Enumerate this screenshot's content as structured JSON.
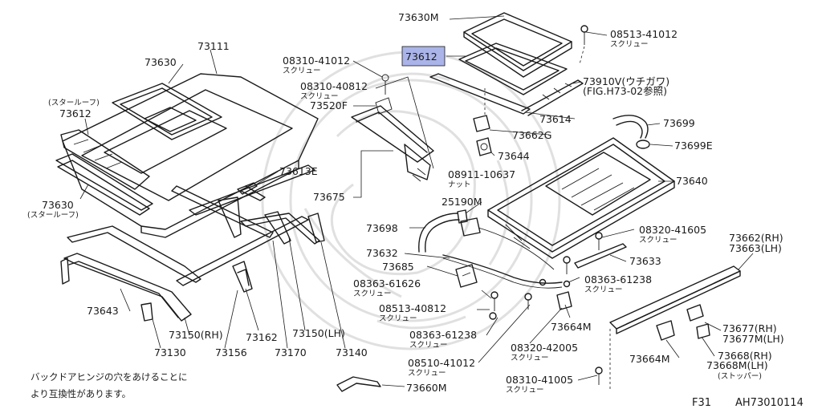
{
  "highlight_color": "#aab4e8",
  "watermark": "seal-emblem",
  "labels": {
    "l73630M": "73630M",
    "l08513_41012_a": "08513-41012",
    "l08513_41012_a_sub": "スクリュー",
    "l73612_hl": "73612",
    "l73910V": "73910V(ウチガワ)",
    "l73910V_sub": "(FIG.H73-02参照)",
    "l08310_41012": "08310-41012",
    "l08310_41012_sub": "スクリュー",
    "l08310_40812": "08310-40812",
    "l08310_40812_sub": "スクリュー",
    "l73520F": "73520F",
    "l73614": "73614",
    "l73699": "73699",
    "l73662G": "73662G",
    "l73699E": "73699E",
    "l73644": "73644",
    "l73111": "73111",
    "l73630_a": "73630",
    "l_star_roof_a": "(スタールーフ)",
    "l73612_a": "73612",
    "l73613E": "73613E",
    "l08911_10637": "08911-10637",
    "l08911_10637_sub": "ナット",
    "l73640": "73640",
    "l73675": "73675",
    "l25190M": "25190M",
    "l73630_b": "73630",
    "l_star_roof_b": "(スタールーフ)",
    "l73698": "73698",
    "l08320_41605": "08320-41605",
    "l08320_41605_sub": "スクリュー",
    "l73662RH": "73662(RH)",
    "l73663LH": "73663(LH)",
    "l73632": "73632",
    "l73633": "73633",
    "l73685": "73685",
    "l08363_61238_a": "08363-61238",
    "l08363_61238_a_sub": "スクリュー",
    "l08363_61626": "08363-61626",
    "l08363_61626_sub": "スクリュー",
    "l73643": "73643",
    "l08513_40812": "08513-40812",
    "l08513_40812_sub": "スクリュー",
    "l73664M_a": "73664M",
    "l73677RH": "73677(RH)",
    "l73677MLH": "73677M(LH)",
    "l73150RH": "73150(RH)",
    "l73162": "73162",
    "l73150LH": "73150(LH)",
    "l08363_61238_b": "08363-61238",
    "l08363_61238_b_sub": "スクリュー",
    "l73130": "73130",
    "l73156": "73156",
    "l73170": "73170",
    "l73140": "73140",
    "l08320_42005": "08320-42005",
    "l08320_42005_sub": "スクリュー",
    "l73664M_b": "73664M",
    "l73668RH": "73668(RH)",
    "l73668MLH": "73668M(LH)",
    "l_stopper": "(ストッパー)",
    "l08510_41012": "08510-41012",
    "l08510_41012_sub": "スクリュー",
    "l08310_41005": "08310-41005",
    "l08310_41005_sub": "スクリュー",
    "l73660M": "73660M",
    "note_line1": "バックドアヒンジの穴をあけることに",
    "note_line2": "より互換性があります。",
    "fig_code": "F31",
    "fig_id": "AH73010114"
  }
}
